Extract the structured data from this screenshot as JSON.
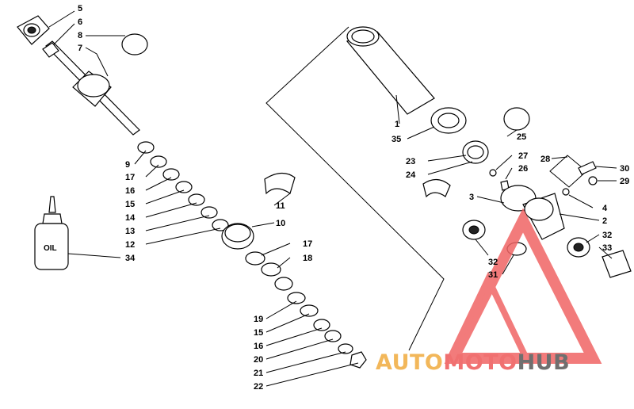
{
  "diagram": {
    "labels": [
      "5",
      "6",
      "8",
      "7",
      "9",
      "17",
      "16",
      "15",
      "14",
      "13",
      "12",
      "34",
      "11",
      "10",
      "17",
      "18",
      "19",
      "15",
      "16",
      "20",
      "21",
      "22",
      "1",
      "35",
      "25",
      "23",
      "24",
      "27",
      "26",
      "3",
      "28",
      "30",
      "29",
      "4",
      "2",
      "32",
      "33",
      "32",
      "31"
    ],
    "oil_bottle_text": "OIL"
  },
  "watermark": {
    "brand_part1": "AUTO",
    "brand_part2": "MOTO",
    "brand_part3": "HUB",
    "colors": {
      "auto": "#f2b75a",
      "moto": "#f07070",
      "hub": "#6f6f6f",
      "triangle": "#f06464"
    }
  }
}
